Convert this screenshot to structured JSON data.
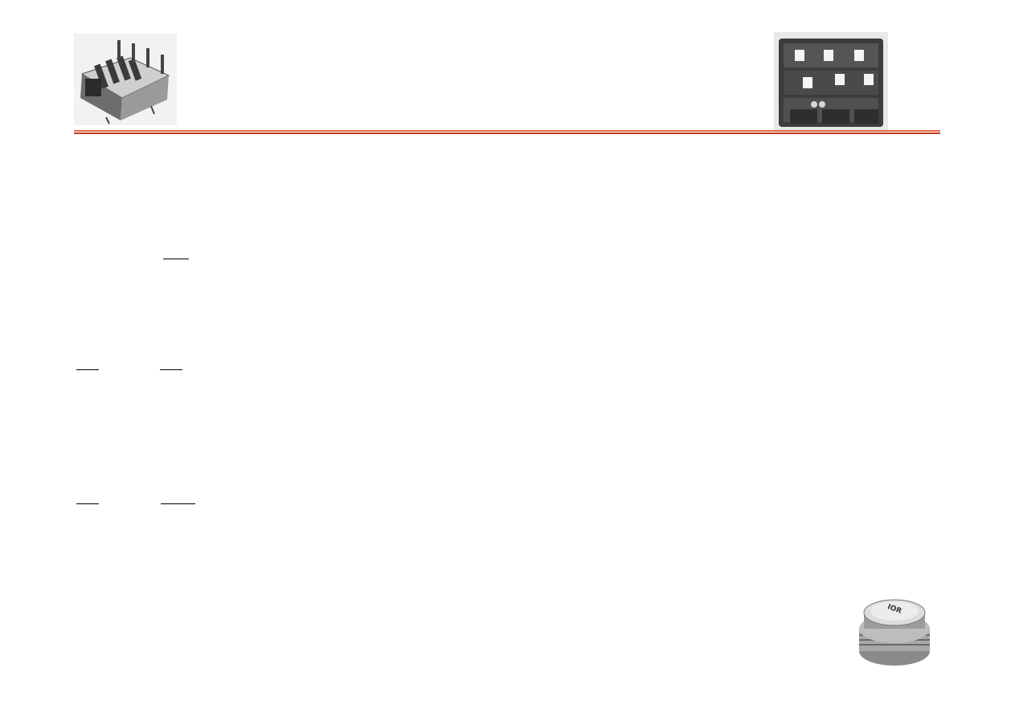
{
  "slide": {
    "images": {
      "top_left": "igbt-module-photo",
      "top_right": "six-pack-igbt-module-photo",
      "bottom_right": "press-pack-thyristor-photo"
    },
    "colors": {
      "rule_top": "#e46a3c",
      "rule_bottom": "#c0392b"
    }
  }
}
